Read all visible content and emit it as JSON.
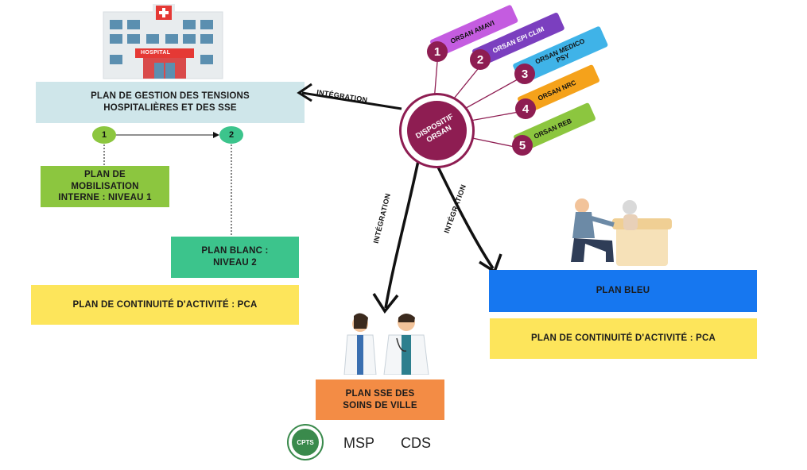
{
  "main_plan": {
    "title": "PLAN DE GESTION DES TENSIONS HOSPITALIÈRES ET DES SSE"
  },
  "hospital_sign": "HOSPITAL",
  "step_nodes": [
    "1",
    "2"
  ],
  "plan_mobilisation": "PLAN DE MOBILISATION INTERNE : NIVEAU 1",
  "plan_blanc": "PLAN BLANC : NIVEAU 2",
  "pca_left": "PLAN DE CONTINUITÉ D'ACTIVITÉ : PCA",
  "dispositif": "DISPOSITIF ORSAN",
  "integration_label": "INTÉGRATION",
  "integration_left": "INTÉGRATION",
  "integration_right": "INTÉGRATION",
  "orsan_items": [
    {
      "num": "1",
      "label": "ORSAN AMAVI",
      "color": "#c45ce0"
    },
    {
      "num": "2",
      "label": "ORSAN EPI CLIM",
      "color": "#7b3fbf"
    },
    {
      "num": "3",
      "label": "ORSAN MEDICO PSY",
      "color": "#3fb3e8"
    },
    {
      "num": "4",
      "label": "ORSAN NRC",
      "color": "#f5a21b"
    },
    {
      "num": "5",
      "label": "ORSAN REB",
      "color": "#8cc63f"
    }
  ],
  "plan_bleu": "PLAN BLEU",
  "pca_right": "PLAN DE CONTINUITÉ D'ACTIVITÉ : PCA",
  "plan_sse": "PLAN SSE DES SOINS DE VILLE",
  "cpts": "CPTS",
  "msp": "MSP",
  "cds": "CDS",
  "colors": {
    "light_blue": "#cfe6ea",
    "green": "#8cc63f",
    "teal": "#3cc48c",
    "yellow": "#fde55b",
    "blue": "#1677f0",
    "orange": "#f38c45",
    "maroon": "#8e1d52"
  }
}
